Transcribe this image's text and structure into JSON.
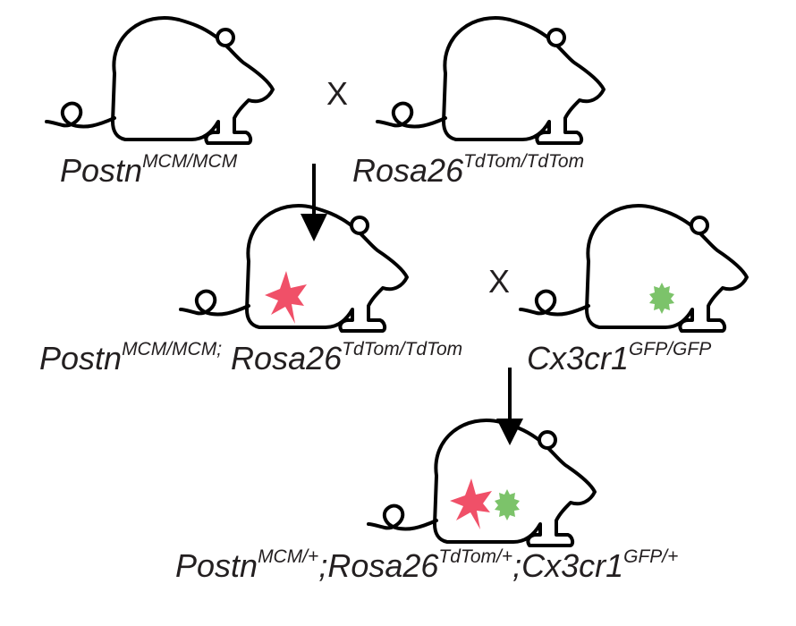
{
  "cross_symbol": "X",
  "colors": {
    "outline": "#000000",
    "text": "#231f20",
    "tdtomato": "#f05068",
    "gfp": "#7cc36a"
  },
  "icons": {
    "mouse": "mouse-outline-icon",
    "tdtomato": "red-star-icon",
    "gfp": "green-flower-icon"
  },
  "parents_1": {
    "left": {
      "base": "Postn",
      "sup": "MCM/MCM"
    },
    "right": {
      "base": "Rosa26",
      "sup": "TdTom/TdTom"
    }
  },
  "generation_1": {
    "left": {
      "base1": "Postn",
      "sup1": "MCM/MCM;",
      "base2": " Rosa26",
      "sup2": "TdTom/TdTom"
    },
    "right": {
      "base": "Cx3cr1",
      "sup": "GFP/GFP"
    }
  },
  "generation_2": {
    "base1": "Postn",
    "sup1": "MCM/+",
    "base2": ";Rosa26",
    "sup2": "TdTom/+",
    "base3": ";Cx3cr1",
    "sup3": "GFP/+"
  }
}
